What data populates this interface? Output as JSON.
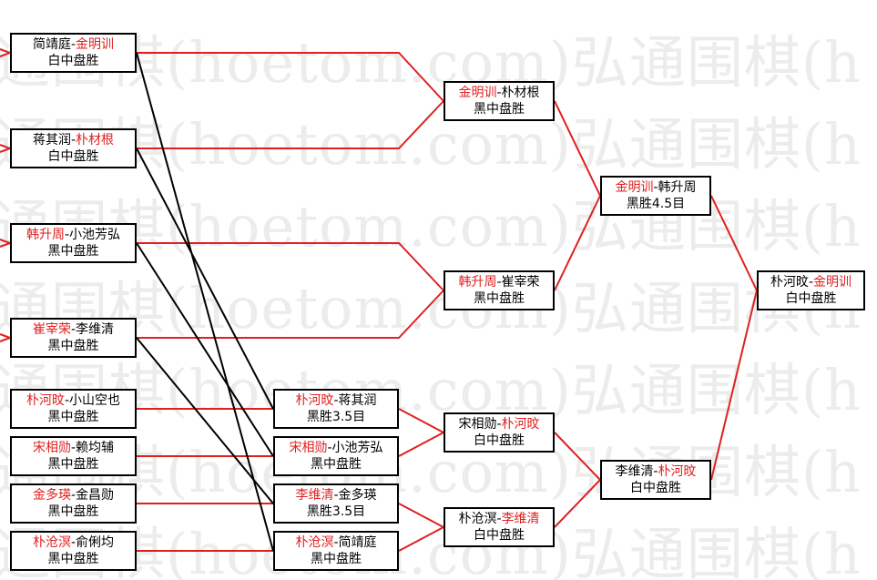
{
  "watermark": "弘通围棋(hoetom.com)弘通围棋(h",
  "colors": {
    "win_line": "#e02020",
    "cross_line": "#000000",
    "winner_text": "#e02020"
  },
  "bracket": {
    "r1": [
      {
        "p1": "简靖庭",
        "sep": "-",
        "p2": "金明训",
        "winner": 2,
        "result": "白中盘胜"
      },
      {
        "p1": "蒋其润",
        "sep": "-",
        "p2": "朴材根",
        "winner": 2,
        "result": "白中盘胜"
      },
      {
        "p1": "韩升周",
        "sep": "-",
        "p2": "小池芳弘",
        "winner": 1,
        "result": "黑中盘胜"
      },
      {
        "p1": "崔宰荣",
        "sep": "-",
        "p2": "李维清",
        "winner": 1,
        "result": "黑中盘胜"
      },
      {
        "p1": "朴河旼",
        "sep": "-",
        "p2": "小山空也",
        "winner": 1,
        "result": "黑中盘胜"
      },
      {
        "p1": "宋相勋",
        "sep": "-",
        "p2": "赖均辅",
        "winner": 1,
        "result": "黑中盘胜"
      },
      {
        "p1": "金多瑛",
        "sep": "-",
        "p2": "金昌勋",
        "winner": 1,
        "result": "黑中盘胜"
      },
      {
        "p1": "朴沧溟",
        "sep": "-",
        "p2": "俞俐均",
        "winner": 1,
        "result": "黑中盘胜"
      }
    ],
    "r2": [
      {
        "p1": "朴河旼",
        "sep": "-",
        "p2": "蒋其润",
        "winner": 1,
        "result": "黑胜3.5目"
      },
      {
        "p1": "宋相勋",
        "sep": "-",
        "p2": "小池芳弘",
        "winner": 1,
        "result": "黑中盘胜"
      },
      {
        "p1": "李维清",
        "sep": "-",
        "p2": "金多瑛",
        "winner": 1,
        "result": "黑胜3.5目"
      },
      {
        "p1": "朴沧溟",
        "sep": "-",
        "p2": "简靖庭",
        "winner": 1,
        "result": "黑中盘胜"
      }
    ],
    "r3": [
      {
        "p1": "金明训",
        "sep": "-",
        "p2": "朴材根",
        "winner": 1,
        "result": "黑中盘胜"
      },
      {
        "p1": "韩升周",
        "sep": "-",
        "p2": "崔宰荣",
        "winner": 1,
        "result": "黑中盘胜"
      },
      {
        "p1": "宋相勋",
        "sep": "-",
        "p2": "朴河旼",
        "winner": 2,
        "result": "白中盘胜"
      },
      {
        "p1": "朴沧溟",
        "sep": "-",
        "p2": "李维清",
        "winner": 2,
        "result": "白中盘胜"
      }
    ],
    "r4": [
      {
        "p1": "金明训",
        "sep": "-",
        "p2": "韩升周",
        "winner": 1,
        "result": "黑胜4.5目"
      },
      {
        "p1": "李维清",
        "sep": "-",
        "p2": "朴河旼",
        "winner": 2,
        "result": "白中盘胜"
      }
    ],
    "r5": [
      {
        "p1": "朴河旼",
        "sep": "-",
        "p2": "金明训",
        "winner": 2,
        "result": "白中盘胜"
      }
    ]
  }
}
